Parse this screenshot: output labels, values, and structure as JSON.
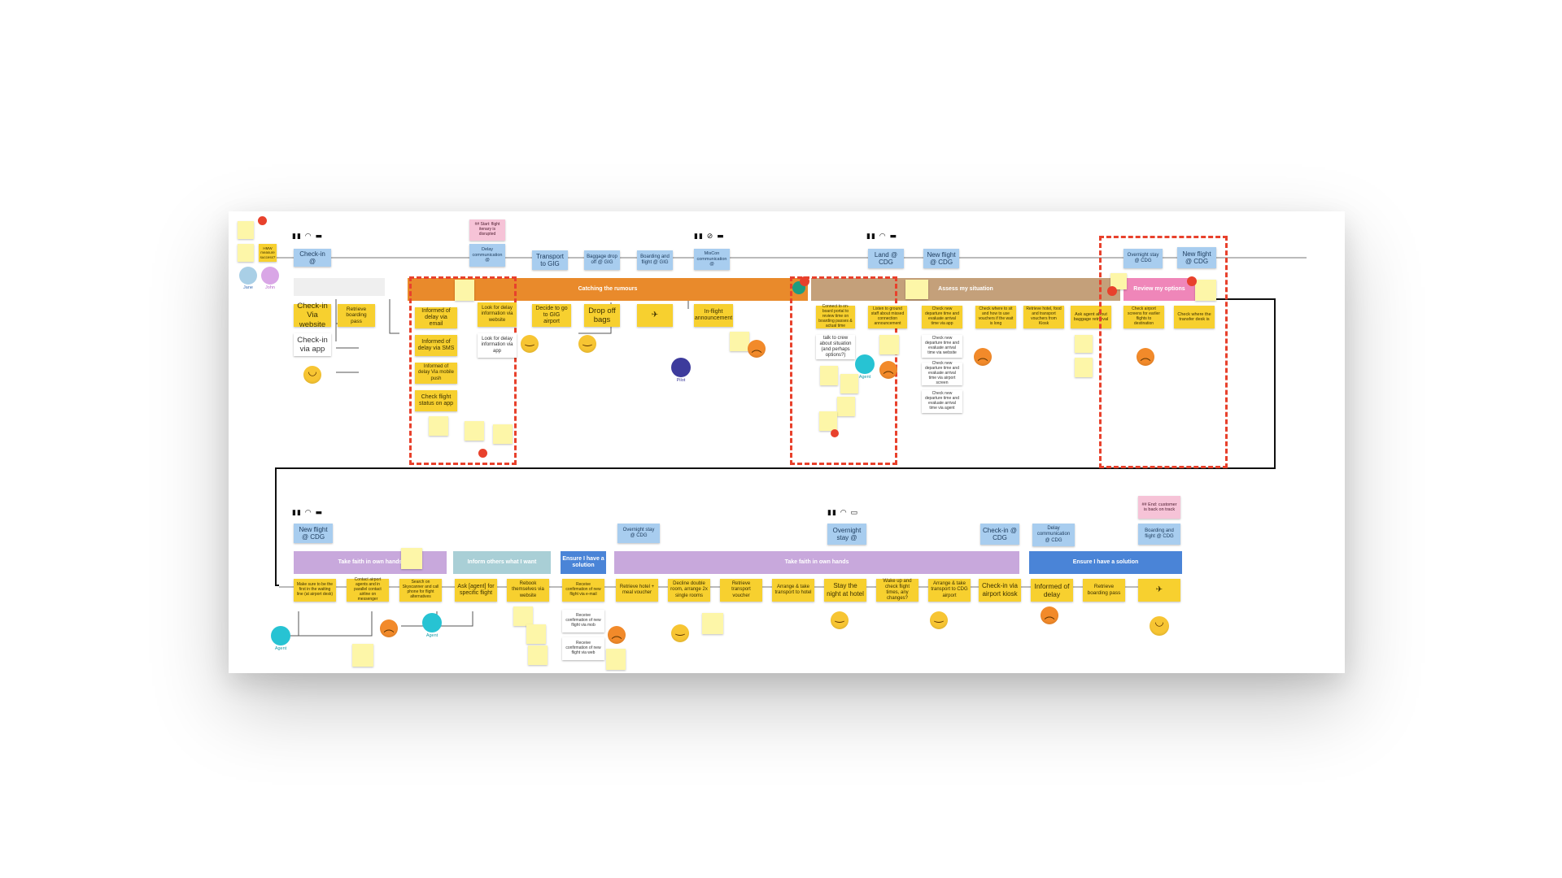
{
  "personas": {
    "jane": "Jane",
    "john": "John",
    "pilot": "Pilot",
    "agent": "Agent"
  },
  "row1": {
    "top_left_note": "HMW measure success?",
    "start_note": "## Start: flight itenary is disrupted",
    "channels": [
      "Check-in @",
      "Delay communication @",
      "Transport to GIG",
      "Baggage drop off @ GIG",
      "Boarding and flight @ GIG",
      "MisCon communication @",
      "Land @ CDG",
      "New flight @ CDG",
      "Overnight stay @ CDG",
      "New flight @ CDG"
    ],
    "bands": [
      "Catching the rumours",
      "Assess my situation",
      "Review my options"
    ],
    "steps": [
      "Check-in Via website",
      "Check-in via app",
      "Retrieve boarding pass",
      "Informed of delay via email",
      "Informed of delay via SMS",
      "Informed of delay Via mobile push",
      "Check flight status on app",
      "Look for delay information via website",
      "Look for delay information via app",
      "Decide to go to GIG airport",
      "Drop off bags",
      "In-flight announcement",
      "Connect to on-board portal to review time on boarding passes & actual time",
      "talk to crew about situation (and perhaps options?)",
      "Listen to ground staff about missed connection announcement",
      "Check new departure time and evaluate arrival time via app",
      "Check new departure time and evaluate arrival time via website",
      "Check new departure time and evaluate arrival time via airport screen",
      "Check new departure time and evaluate arrival time via agent",
      "Check where to sit and how to use vouchers if the wait is long",
      "Retrieve hotel, food and transport vouchers from Kiosk",
      "Ask agent about baggage retrieval",
      "Check airport screens for earlier flights to destination",
      "Check where the transfer desk is"
    ]
  },
  "row2": {
    "end_note": "## End: customer is back on track",
    "channels": [
      "New flight @ CDG",
      "Overnight stay @ CDG",
      "Overnight stay @",
      "Check-in @ CDG",
      "Delay communication @ CDG",
      "Boarding and flight @ CDG"
    ],
    "bands": [
      "Take faith in own hands",
      "Inform others what I want",
      "Ensure I have a solution",
      "Take faith in own hands",
      "Ensure I have a solution"
    ],
    "steps": [
      "Make sure to be the first in the waiting line (at airport desk)",
      "Contact airport agents and in parallel contact airline on messenger",
      "Search on Skyscanner and call phone for flight alternatives",
      "Ask [agent] for specific flight",
      "Rebook themselves via website",
      "Receive confirmation of new flight via e-mail",
      "Receive confirmation of new flight via mob",
      "Receive confirmation of new flight via web",
      "Retrieve hotel + meal voucher",
      "Decline double room, arrange 2x single rooms",
      "Retrieve transport voucher",
      "Arrange & take transport to hotel",
      "Stay the night at hotel",
      "Wake up and check flight times, any changes?",
      "Arrange & take transport to CDG airport",
      "Check-in via airport kiosk",
      "Informed of delay",
      "Retrieve boarding pass"
    ]
  },
  "colors": {
    "yellow": "#f7d02f",
    "orange": "#e98a2b",
    "tan": "#c4a07a",
    "pink": "#ef86b9",
    "purple": "#c8a8dc",
    "teal": "#a9cfd6",
    "blue": "#4a84d7",
    "dashed": "#e8412c"
  }
}
